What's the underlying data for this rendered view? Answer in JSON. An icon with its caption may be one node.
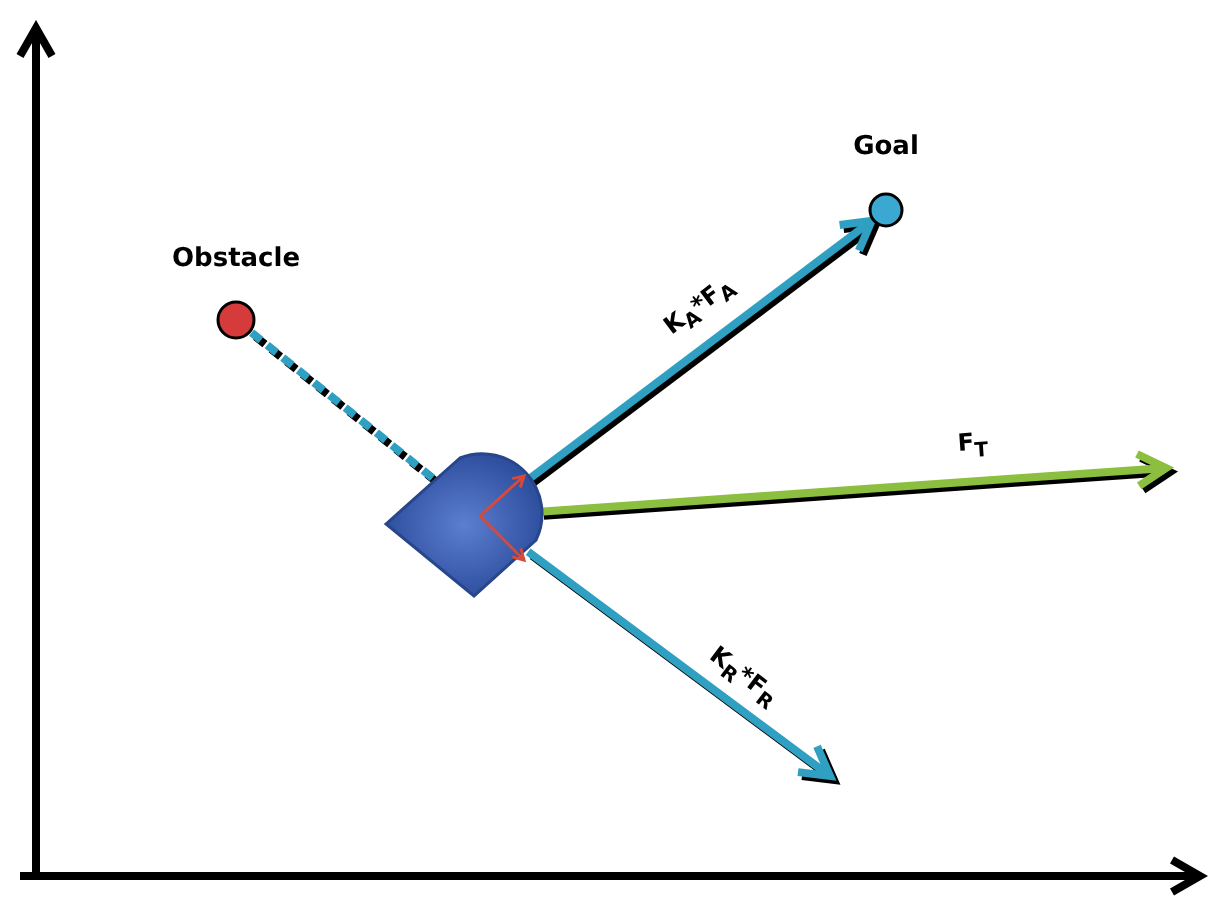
{
  "diagram": {
    "nodes": [
      {
        "text": [
          "Obstacle"
        ]
      },
      {
        "text": [
          "Goal"
        ]
      },
      {
        "text": [],
        "shape": "box"
      }
    ],
    "edges": [
      {
        "from": 0,
        "to": 2,
        "arrow": "none",
        "style": "dashed"
      },
      {
        "from": 2,
        "to": 1,
        "arrow": "to",
        "label": "K$_{A}$*F$_{A}$"
      },
      {
        "from": 2,
        "to": null,
        "arrow": "to",
        "label": "F$_{T}$",
        "color": "#8cbf3f"
      },
      {
        "from": 2,
        "to": null,
        "arrow": "to",
        "label": "K$_{R}$*F$_{R}$"
      }
    ]
  }
}
